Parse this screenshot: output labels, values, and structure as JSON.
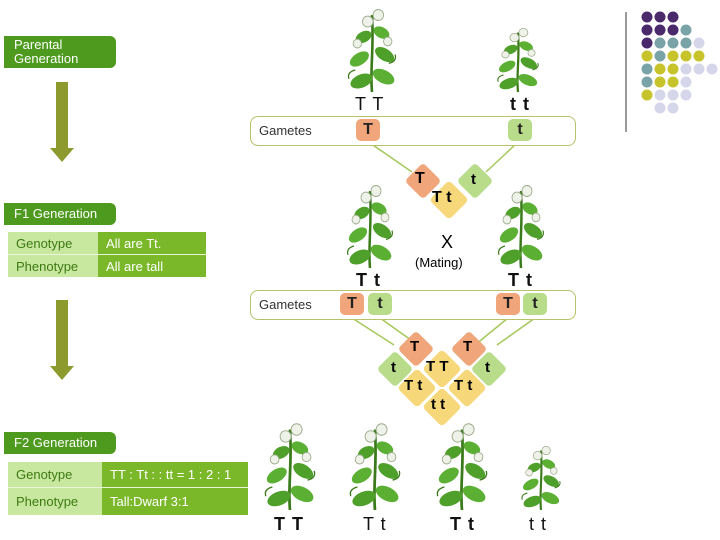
{
  "parental": {
    "label_line1": "Parental",
    "label_line2": "Generation",
    "plant_left_genotype": "T T",
    "plant_right_genotype": "t t"
  },
  "gametes_row1": {
    "label": "Gametes",
    "left": "T",
    "right": "t"
  },
  "cross1": {
    "d1": "T",
    "d2": "t",
    "d3": "T t"
  },
  "f1": {
    "label": "F1 Generation",
    "genotype_key": "Genotype",
    "genotype_value": "All are Tt.",
    "phenotype_key": "Phenotype",
    "phenotype_value": "All are tall",
    "plant_left_genotype": "T t",
    "plant_right_genotype": "T t",
    "cross_symbol": "X",
    "cross_label": "(Mating)"
  },
  "gametes_row2": {
    "label": "Gametes",
    "a": "T",
    "b": "t",
    "c": "T",
    "d": "t"
  },
  "punnett": {
    "top_left": "T",
    "top_right": "T",
    "left": "t",
    "center": "T T",
    "right": "t",
    "mid_left": "T t",
    "mid_right": "T t",
    "bottom": "t t"
  },
  "f2": {
    "label": "F2 Generation",
    "genotype_key": "Genotype",
    "genotype_value": "TT : Tt : : tt = 1 : 2 : 1",
    "phenotype_key": "Phenotype",
    "phenotype_value": "Tall:Dwarf 3:1",
    "plants": [
      "T T",
      "T t",
      "T t",
      "t t"
    ]
  },
  "colors": {
    "green_label": "#4e9a1f",
    "arrow": "#8d9a2e",
    "orange": "#f0a57a",
    "light_green": "#b8dc8a",
    "yellow": "#f6d87a",
    "purple": "#4b2a6b",
    "teal": "#7aa3a8",
    "olive": "#c7c32a",
    "lavender": "#d6d6ea"
  }
}
